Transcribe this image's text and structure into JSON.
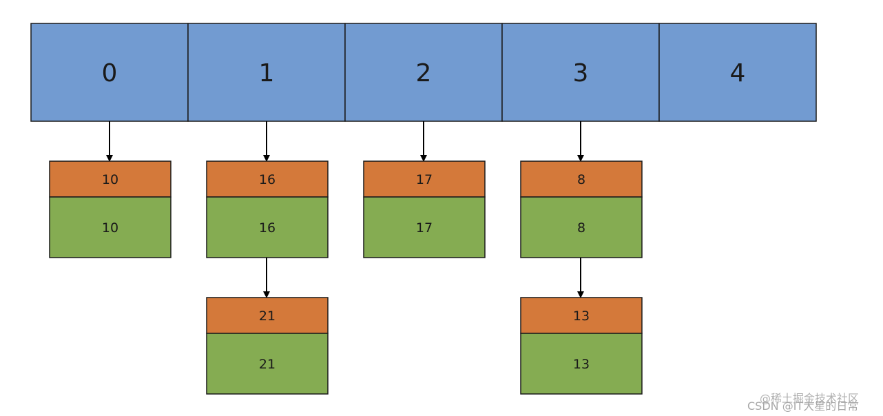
{
  "colors": {
    "bucket_fill": "#729bd1",
    "key_fill": "#d4793a",
    "value_fill": "#85ac52",
    "stroke": "#1a1a1a",
    "arrow": "#000000"
  },
  "buckets": [
    {
      "label": "0",
      "chain": [
        {
          "key": "10",
          "value": "10"
        }
      ]
    },
    {
      "label": "1",
      "chain": [
        {
          "key": "16",
          "value": "16"
        },
        {
          "key": "21",
          "value": "21"
        }
      ]
    },
    {
      "label": "2",
      "chain": [
        {
          "key": "17",
          "value": "17"
        }
      ]
    },
    {
      "label": "3",
      "chain": [
        {
          "key": "8",
          "value": "8"
        },
        {
          "key": "13",
          "value": "13"
        }
      ]
    },
    {
      "label": "4",
      "chain": []
    }
  ],
  "watermark": {
    "line1": "@稀土掘金技术社区",
    "line2": "CSDN @IT大星的日常"
  }
}
